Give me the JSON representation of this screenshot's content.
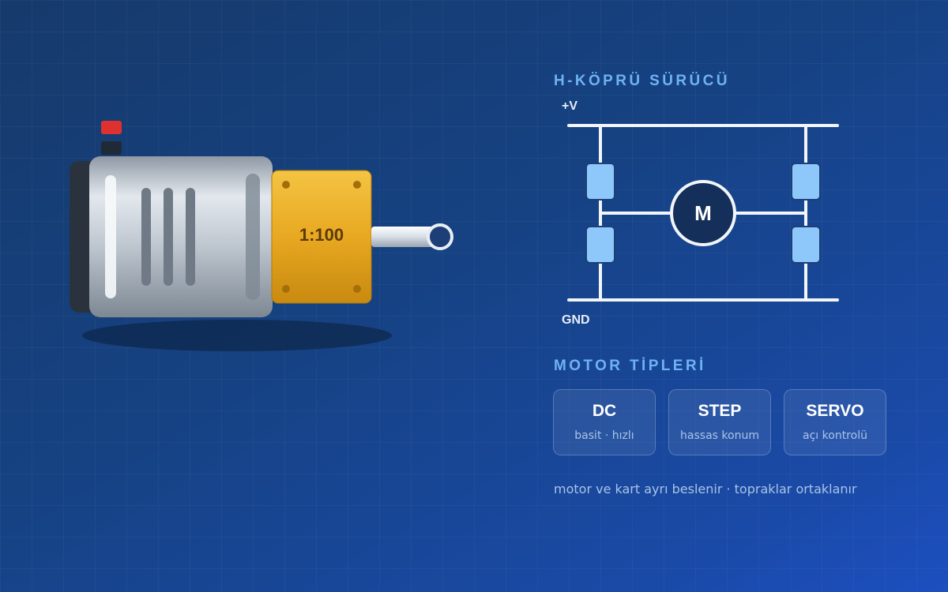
{
  "motor": {
    "gear_ratio": "1:100",
    "terminal_colors": {
      "positive": "#e03131",
      "negative": "#1f2a36"
    },
    "body_color": "#b9c2cc",
    "gearbox_color": "#e8a821"
  },
  "driver": {
    "title": "H-KÖPRÜ SÜRÜCÜ",
    "vplus_label": "+V",
    "gnd_label": "GND",
    "motor_symbol": "M",
    "switch_color": "#8ec8fb"
  },
  "motor_types": {
    "title": "MOTOR TİPLERİ",
    "cards": [
      {
        "name": "DC",
        "desc": "basit · hızlı"
      },
      {
        "name": "STEP",
        "desc": "hassas konum"
      },
      {
        "name": "SERVO",
        "desc": "açı kontrolü"
      }
    ]
  },
  "footnote": "motor ve kart ayrı beslenir · topraklar ortaklanır",
  "colors": {
    "accent": "#6fb2f4",
    "background": "#164283"
  }
}
